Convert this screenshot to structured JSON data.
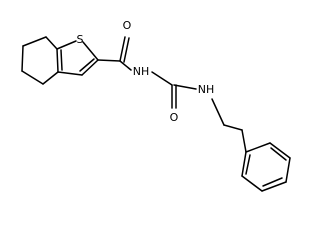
{
  "diagram": {
    "type": "chemical-structure",
    "background_color": "#ffffff",
    "bond_color": "#000000",
    "atom_labels": {
      "sulfur": "S",
      "amide_oxygen_1": "O",
      "amide_nitrogen_1": "NH",
      "amide_oxygen_2": "O",
      "amide_nitrogen_2": "NH"
    }
  }
}
